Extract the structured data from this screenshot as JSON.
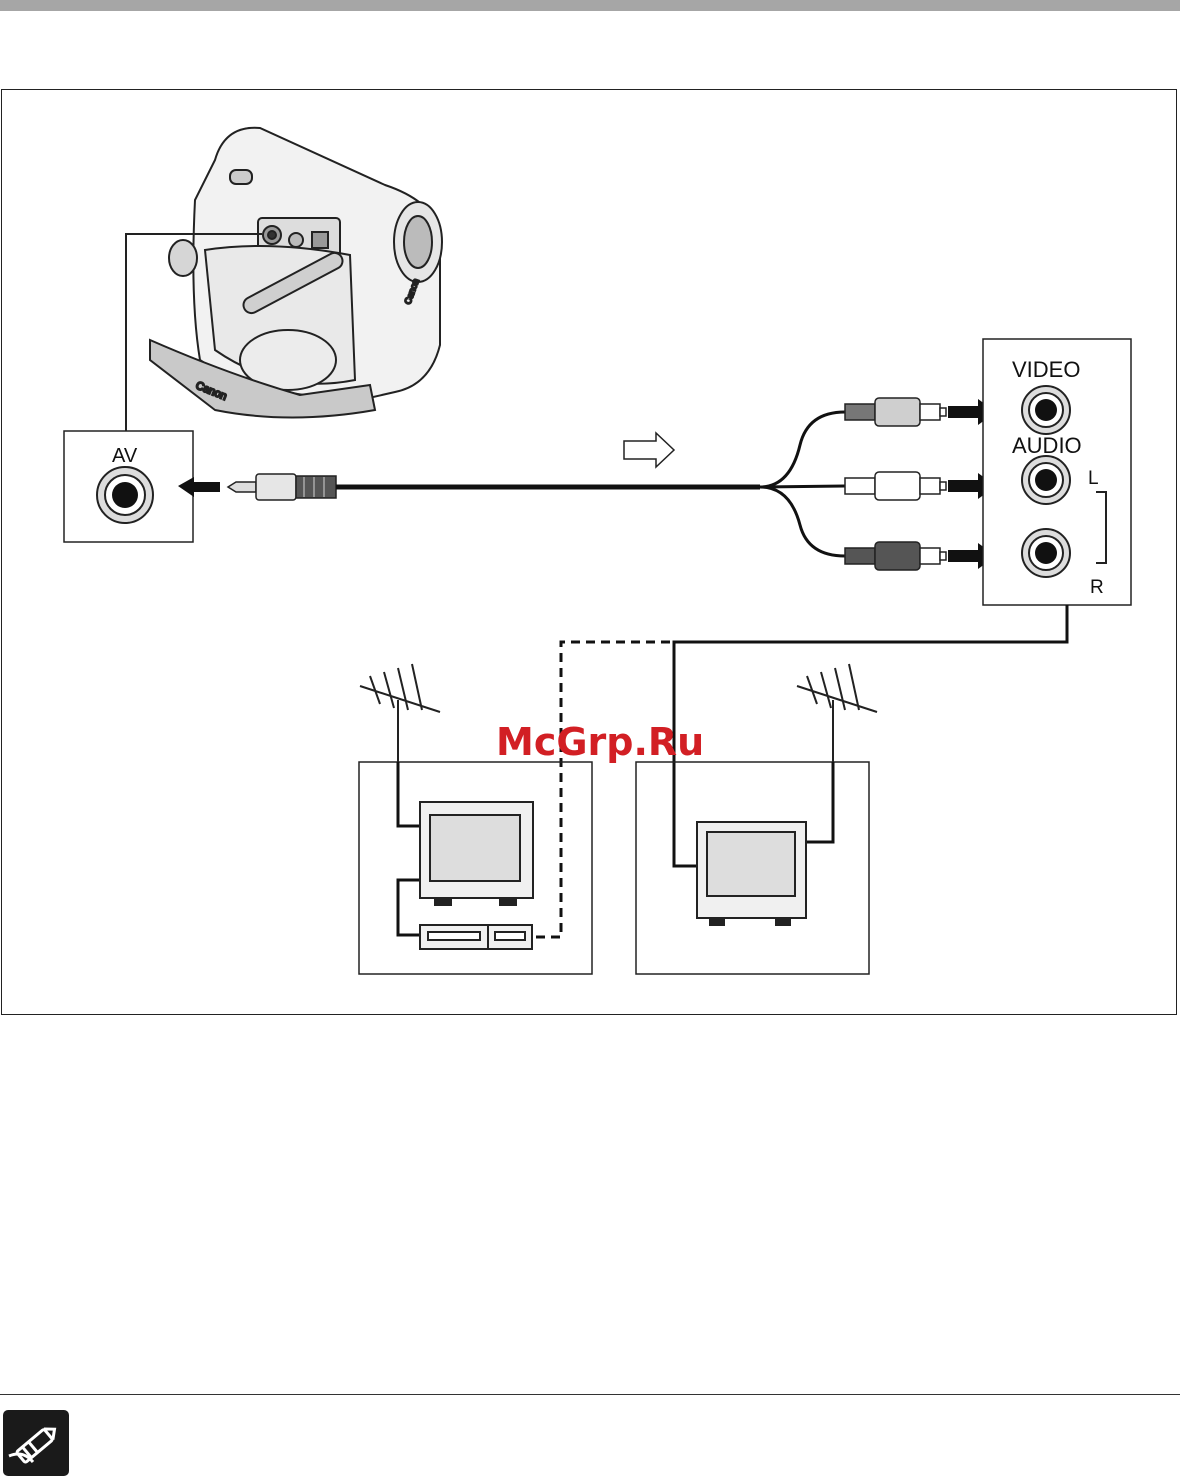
{
  "diagram": {
    "camera_jack_label": "AV",
    "tv_jacks": {
      "video_label": "VIDEO",
      "audio_label": "AUDIO",
      "left_label": "L",
      "right_label": "R"
    },
    "camera_brand": "Canon"
  },
  "watermark": "McGrp.Ru",
  "icons": [
    "camcorder-icon",
    "av-jack-icon",
    "rca-plug-icon",
    "antenna-icon",
    "tv-icon",
    "vcr-icon",
    "signal-flow-arrow-icon",
    "note-pencil-icon"
  ],
  "colors": {
    "frame": "#222222",
    "top_bar": "#a6a6a6",
    "watermark": "#d21f24"
  }
}
